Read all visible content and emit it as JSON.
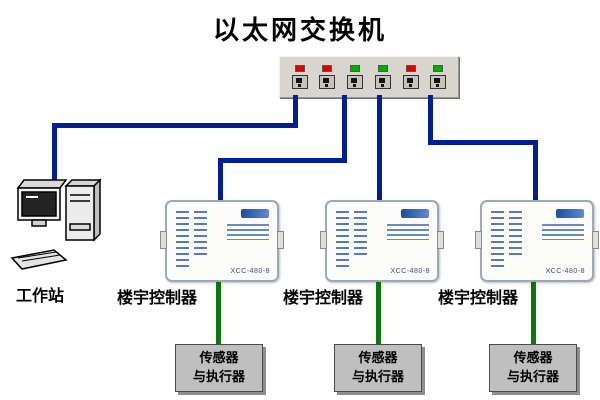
{
  "title": "以太网交换机",
  "workstation": {
    "label": "工作站"
  },
  "switch": {
    "leds": [
      "#e00000",
      "#e00000",
      "#00b000",
      "#00b000",
      "#e00000",
      "#00b000"
    ]
  },
  "controllers": [
    {
      "label": "楼宇控制器",
      "model": "XCC-480-8"
    },
    {
      "label": "楼宇控制器",
      "model": "XCC-480-8"
    },
    {
      "label": "楼宇控制器",
      "model": "XCC-480-8"
    }
  ],
  "sensors": [
    {
      "line1": "传感器",
      "line2": "与执行器"
    },
    {
      "line1": "传感器",
      "line2": "与执行器"
    },
    {
      "line1": "传感器",
      "line2": "与执行器"
    }
  ],
  "colors": {
    "ethernet_line": "#001e96",
    "sensor_line": "#0a7a0a"
  }
}
